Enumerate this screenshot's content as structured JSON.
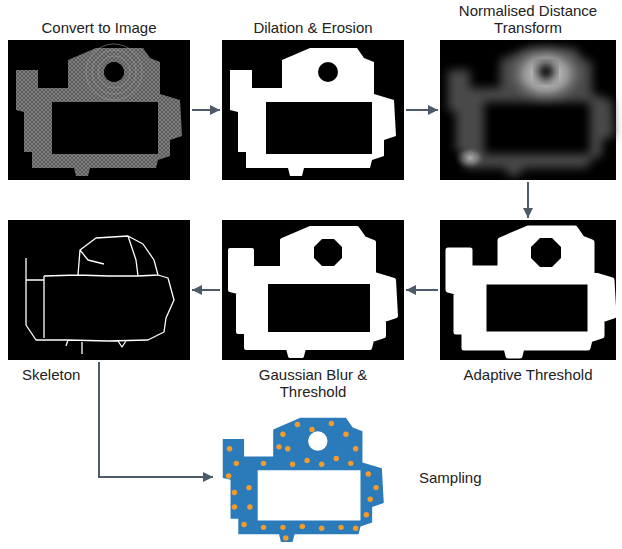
{
  "diagram": {
    "nodes": [
      {
        "text": [
          "Convert to Image"
        ]
      },
      {
        "text": [
          "Dilation & Erosion"
        ]
      },
      {
        "text": [
          "Normalised Distance Transform"
        ]
      },
      {
        "text": [
          "Adaptive Threshold"
        ]
      },
      {
        "text": [
          "Gaussian Blur & Threshold"
        ]
      },
      {
        "text": [
          "Skeleton"
        ]
      },
      {
        "text": [
          "Sampling"
        ]
      }
    ],
    "edges": [
      {
        "from": 0,
        "to": 1,
        "arrow": "to"
      },
      {
        "from": 1,
        "to": 2,
        "arrow": "to"
      },
      {
        "from": 2,
        "to": 3,
        "arrow": "to"
      },
      {
        "from": 3,
        "to": 4,
        "arrow": "to"
      },
      {
        "from": 4,
        "to": 5,
        "arrow": "to"
      },
      {
        "from": 5,
        "to": 6,
        "arrow": "to"
      }
    ]
  }
}
